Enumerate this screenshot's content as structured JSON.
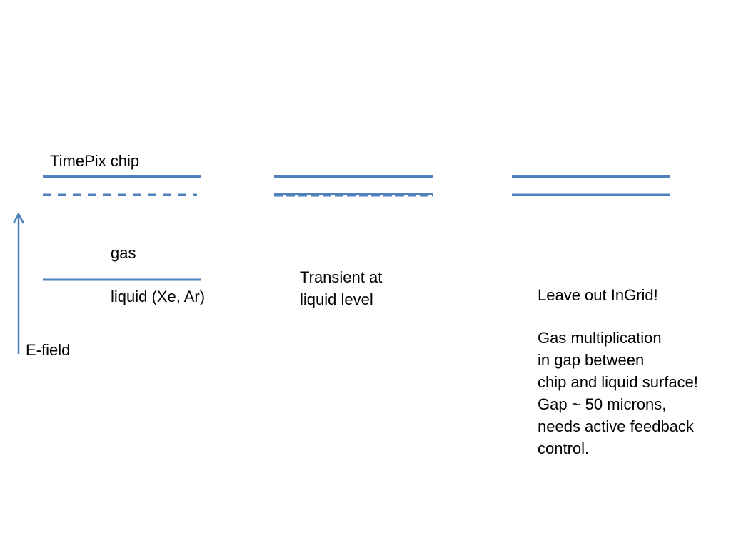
{
  "line_color": "#4f81bd",
  "panel1": {
    "chip_label": "TimePix chip",
    "gas_label": "gas",
    "liquid_label": "liquid (Xe, Ar)",
    "field_label": "E-field"
  },
  "panel2": {
    "note_lines": [
      "Transient at",
      "liquid level"
    ]
  },
  "panel3": {
    "note_lines": [
      "Leave out InGrid!",
      "",
      "Gas multiplication",
      "in gap between",
      "chip and liquid surface!",
      "Gap ~ 50 microns,",
      "needs active feedback",
      "control."
    ]
  }
}
